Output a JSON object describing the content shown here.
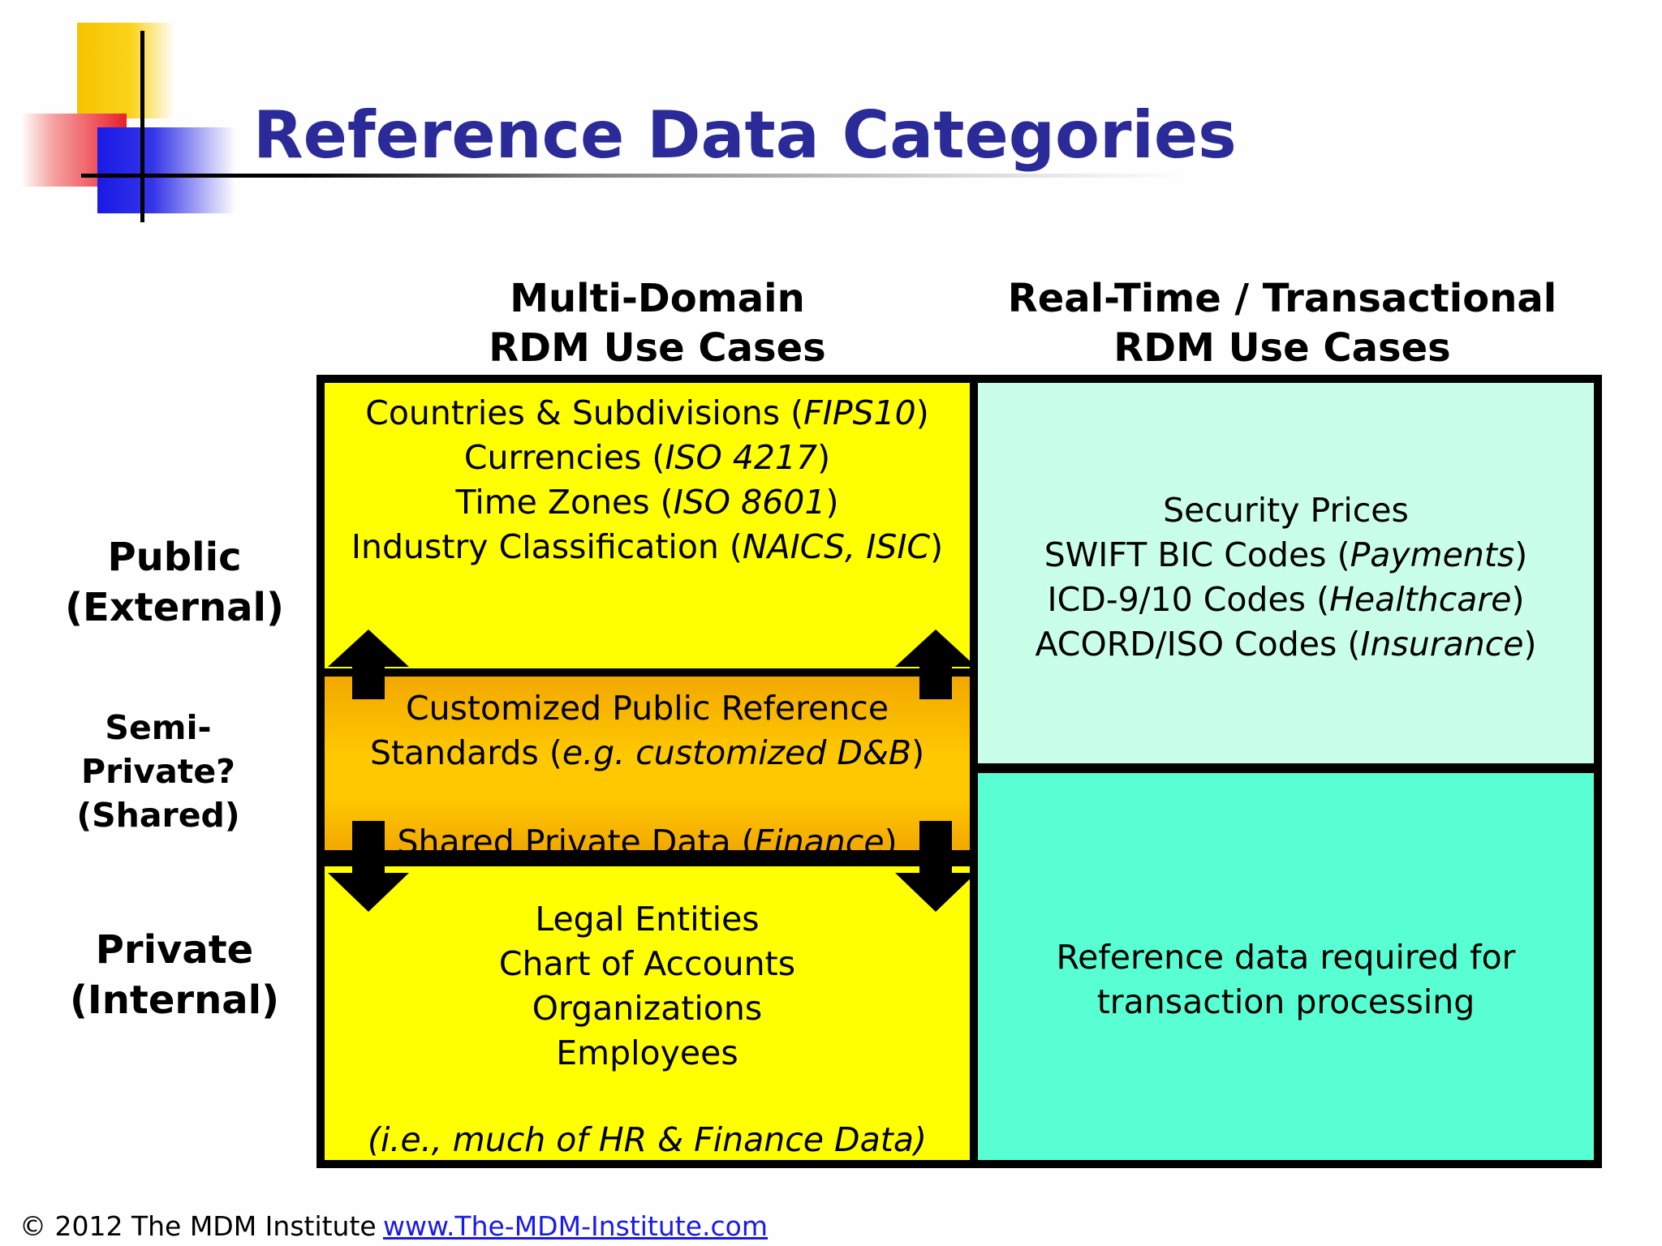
{
  "slide": {
    "title": "Reference Data Categories"
  },
  "columns": [
    {
      "line1": "Multi-Domain",
      "line2": "RDM Use Cases"
    },
    {
      "line1": "Real-Time / Transactional",
      "line2": "RDM Use Cases"
    }
  ],
  "rows": {
    "public": {
      "line1": "Public",
      "line2": "(External)"
    },
    "semi": {
      "line1": "Semi-",
      "line2": "Private?",
      "line3": "(Shared)"
    },
    "private": {
      "line1": "Private",
      "line2": "(Internal)"
    }
  },
  "cells": {
    "multi_public": [
      {
        "text": "Countries & Subdivisions (",
        "em": "FIPS10",
        "tail": ")"
      },
      {
        "text": "Currencies (",
        "em": "ISO 4217",
        "tail": ")"
      },
      {
        "text": "Time Zones (",
        "em": "ISO 8601",
        "tail": ")"
      },
      {
        "text": "Industry Classification (",
        "em": "NAICS, ISIC",
        "tail": ")"
      }
    ],
    "multi_semi": {
      "line1": "Customized Public Reference",
      "line2_text": "Standards (",
      "line2_em": "e.g. customized D&B",
      "line2_tail": ")",
      "line3_text": "Shared Private Data (",
      "line3_em": "Finance",
      "line3_tail": ")"
    },
    "multi_private": {
      "items": [
        "Legal Entities",
        "Chart of Accounts",
        "Organizations",
        "Employees"
      ],
      "note": "(i.e., much of HR & Finance Data)"
    },
    "realtime_public": [
      {
        "text": "Security Prices",
        "em": "",
        "tail": ""
      },
      {
        "text": "SWIFT BIC Codes (",
        "em": "Payments",
        "tail": ")"
      },
      {
        "text": "ICD-9/10 Codes (",
        "em": "Healthcare",
        "tail": ")"
      },
      {
        "text": "ACORD/ISO Codes  (",
        "em": "Insurance",
        "tail": ")"
      }
    ],
    "realtime_private": [
      "Reference data required for",
      "transaction processing"
    ]
  },
  "footer": {
    "copyright": "© 2012 The MDM Institute",
    "link": "www.The-MDM-Institute.com"
  },
  "colors": {
    "title": "#2a2a99",
    "yellow": "#ffff00",
    "orange": "#ffc800",
    "mint_light": "#c9ffe9",
    "mint_dark": "#58ffd2",
    "link": "#1a1aee"
  },
  "icons": [
    "logo-squares",
    "arrow-up-icon",
    "arrow-down-icon"
  ]
}
